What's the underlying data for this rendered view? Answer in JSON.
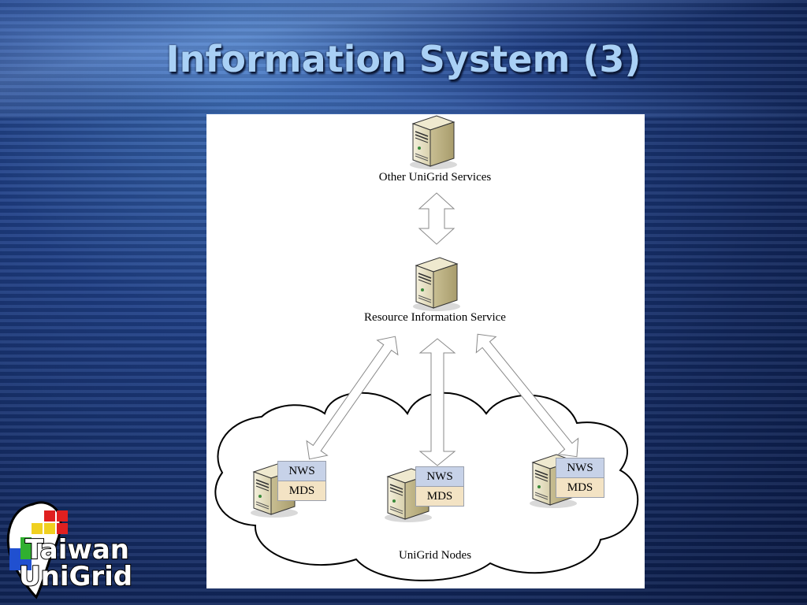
{
  "slide": {
    "title": "Information System (3)"
  },
  "diagram": {
    "top_service_label": "Other UniGrid Services",
    "middle_service_label": "Resource Information Service",
    "cloud_label": "UniGrid Nodes",
    "nodes": [
      {
        "nws": "NWS",
        "mds": "MDS"
      },
      {
        "nws": "NWS",
        "mds": "MDS"
      },
      {
        "nws": "NWS",
        "mds": "MDS"
      }
    ]
  },
  "logo": {
    "line1": "Taiwan",
    "line2": "UniGrid"
  },
  "colors": {
    "title": "#a9d0f5",
    "nws_fill": "#c7d2e8",
    "mds_fill": "#f3e3c4"
  }
}
